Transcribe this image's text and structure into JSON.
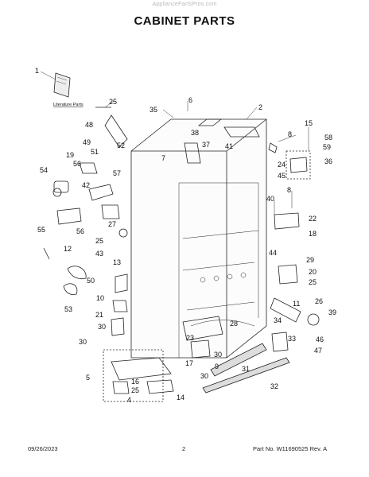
{
  "header": {
    "watermark": "AppliancePartsPros.com",
    "title": "CABINET PARTS"
  },
  "diagram": {
    "literature_label": "Literature Parts",
    "callouts": [
      {
        "id": "c1",
        "text": "1"
      },
      {
        "id": "c2",
        "text": "2"
      },
      {
        "id": "c4",
        "text": "4"
      },
      {
        "id": "c5",
        "text": "5"
      },
      {
        "id": "c6",
        "text": "6"
      },
      {
        "id": "c7",
        "text": "7"
      },
      {
        "id": "c8a",
        "text": "8"
      },
      {
        "id": "c8b",
        "text": "8"
      },
      {
        "id": "c9",
        "text": "9"
      },
      {
        "id": "c10",
        "text": "10"
      },
      {
        "id": "c11",
        "text": "11"
      },
      {
        "id": "c12",
        "text": "12"
      },
      {
        "id": "c13",
        "text": "13"
      },
      {
        "id": "c14",
        "text": "14"
      },
      {
        "id": "c15",
        "text": "15"
      },
      {
        "id": "c16",
        "text": "16"
      },
      {
        "id": "c17",
        "text": "17"
      },
      {
        "id": "c18",
        "text": "18"
      },
      {
        "id": "c19",
        "text": "19"
      },
      {
        "id": "c20",
        "text": "20"
      },
      {
        "id": "c21",
        "text": "21"
      },
      {
        "id": "c22",
        "text": "22"
      },
      {
        "id": "c23",
        "text": "23"
      },
      {
        "id": "c24",
        "text": "24"
      },
      {
        "id": "c25a",
        "text": "25"
      },
      {
        "id": "c25b",
        "text": "25"
      },
      {
        "id": "c25c",
        "text": "25"
      },
      {
        "id": "c25d",
        "text": "25"
      },
      {
        "id": "c26",
        "text": "26"
      },
      {
        "id": "c27",
        "text": "27"
      },
      {
        "id": "c28",
        "text": "28"
      },
      {
        "id": "c29",
        "text": "29"
      },
      {
        "id": "c30a",
        "text": "30"
      },
      {
        "id": "c30b",
        "text": "30"
      },
      {
        "id": "c30c",
        "text": "30"
      },
      {
        "id": "c30d",
        "text": "30"
      },
      {
        "id": "c31",
        "text": "31"
      },
      {
        "id": "c32",
        "text": "32"
      },
      {
        "id": "c33",
        "text": "33"
      },
      {
        "id": "c34",
        "text": "34"
      },
      {
        "id": "c35",
        "text": "35"
      },
      {
        "id": "c36",
        "text": "36"
      },
      {
        "id": "c37",
        "text": "37"
      },
      {
        "id": "c38",
        "text": "38"
      },
      {
        "id": "c39",
        "text": "39"
      },
      {
        "id": "c40",
        "text": "40"
      },
      {
        "id": "c41",
        "text": "41"
      },
      {
        "id": "c42",
        "text": "42"
      },
      {
        "id": "c43",
        "text": "43"
      },
      {
        "id": "c44",
        "text": "44"
      },
      {
        "id": "c45",
        "text": "45"
      },
      {
        "id": "c46",
        "text": "46"
      },
      {
        "id": "c47",
        "text": "47"
      },
      {
        "id": "c48",
        "text": "48"
      },
      {
        "id": "c49",
        "text": "49"
      },
      {
        "id": "c50",
        "text": "50"
      },
      {
        "id": "c51",
        "text": "51"
      },
      {
        "id": "c52",
        "text": "52"
      },
      {
        "id": "c53",
        "text": "53"
      },
      {
        "id": "c54",
        "text": "54"
      },
      {
        "id": "c55",
        "text": "55"
      },
      {
        "id": "c56a",
        "text": "56"
      },
      {
        "id": "c56b",
        "text": "56"
      },
      {
        "id": "c57",
        "text": "57"
      },
      {
        "id": "c58",
        "text": "58"
      },
      {
        "id": "c59",
        "text": "59"
      }
    ]
  },
  "footer": {
    "date": "09/26/2023",
    "page": "2",
    "part_number": "Part No. W11690525  Rev. A"
  }
}
